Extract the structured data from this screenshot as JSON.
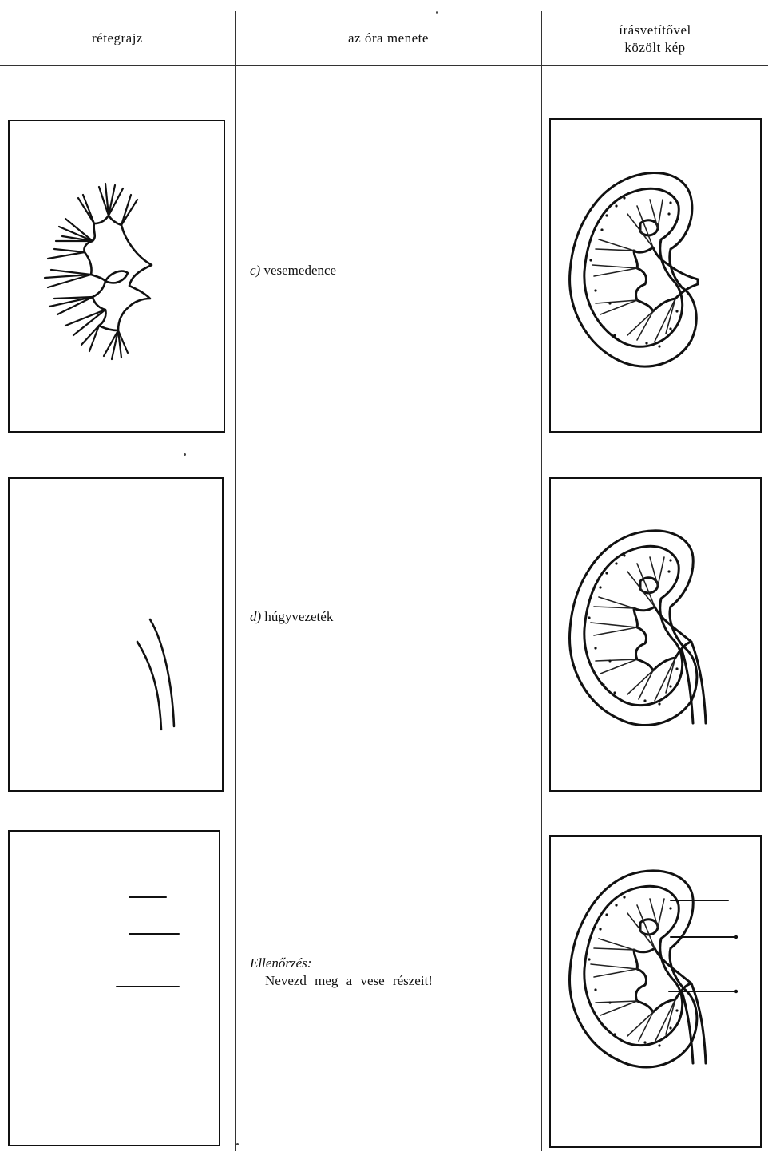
{
  "table": {
    "headers": {
      "col1": "rétegrajz",
      "col2": "az óra menete",
      "col3_line1": "írásvetítővel",
      "col3_line2": "közölt kép"
    },
    "rows": [
      {
        "label": "c)",
        "text": "vesemedence"
      },
      {
        "label": "d)",
        "text": "húgyvezeték"
      },
      {
        "label": "Ellenőrzés:",
        "text": "Nevezd meg a vese részeit!"
      }
    ]
  },
  "figures": [
    {
      "name": "transparency-renal-pelvis"
    },
    {
      "name": "transparency-ureter"
    },
    {
      "name": "transparency-label-lines"
    },
    {
      "name": "kidney-section-with-pelvis"
    },
    {
      "name": "kidney-section-with-ureter"
    },
    {
      "name": "kidney-section-with-labels"
    }
  ]
}
